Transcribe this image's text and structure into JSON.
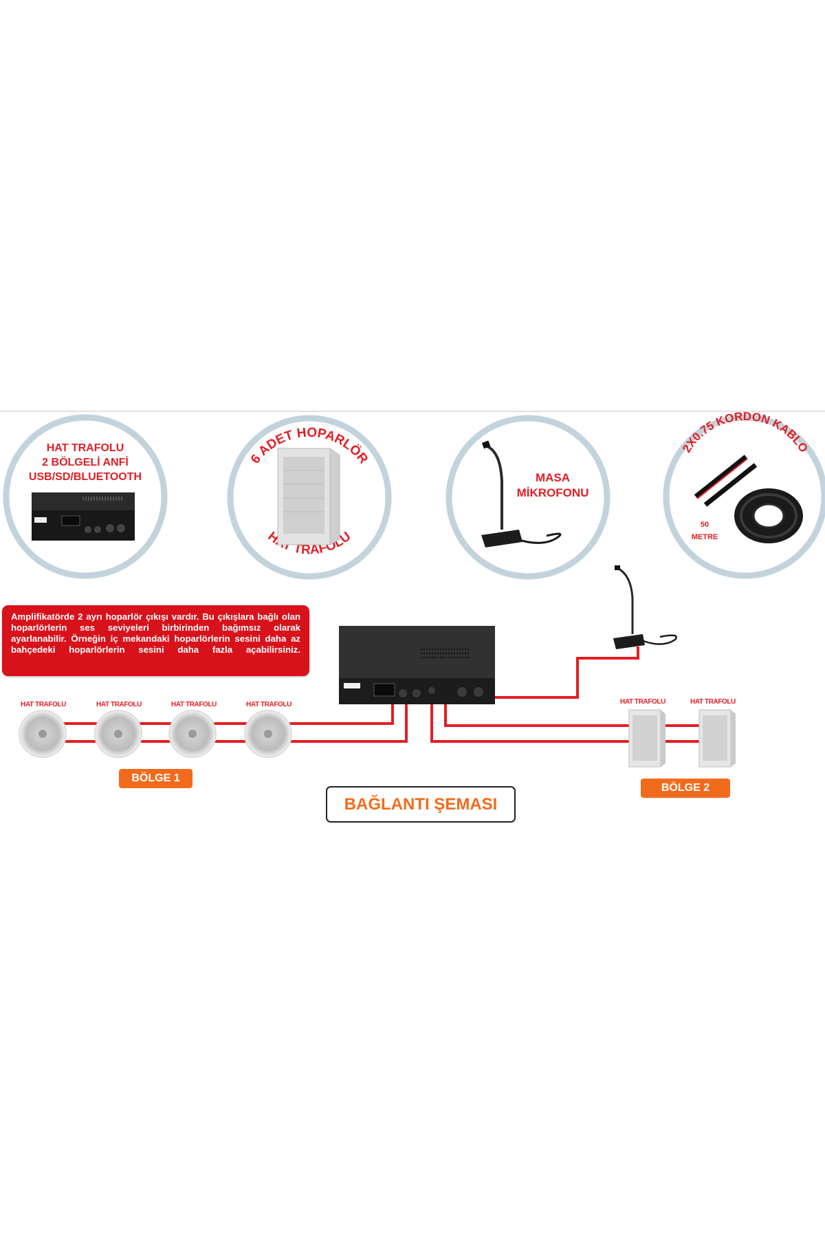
{
  "circles": {
    "amplifier": {
      "lines": [
        "HAT TRAFOLU",
        "2 BÖLGELİ ANFİ",
        "USB/SD/BLUETOOTH"
      ]
    },
    "speaker": {
      "arc_top": "6 ADET HOPARLÖR",
      "arc_bottom": "HAT TRAFOLU"
    },
    "microphone": {
      "lines": [
        "MASA",
        "MİKROFONU"
      ]
    },
    "cable": {
      "arc_top": "2X0.75 KORDON KABLO",
      "length_value": "50",
      "length_unit": "METRE"
    }
  },
  "info_text": "Amplifikatörde 2 ayrı hoparlör çıkışı vardır. Bu çıkışlara bağlı olan hoparlörlerin ses seviyeleri birbirinden bağımsız olarak ayarlanabilir. Örneğin iç mekandaki hoparlörlerin sesini daha az bahçedeki hoparlörlerin sesini daha fazla açabilirsiniz.",
  "zone1": {
    "label": "BÖLGE 1",
    "speakers": [
      {
        "label": "HAT TRAFOLU"
      },
      {
        "label": "HAT TRAFOLU"
      },
      {
        "label": "HAT TRAFOLU"
      },
      {
        "label": "HAT TRAFOLU"
      }
    ]
  },
  "zone2": {
    "label": "BÖLGE 2",
    "speakers": [
      {
        "label": "HAT TRAFOLU"
      },
      {
        "label": "HAT TRAFOLU"
      }
    ]
  },
  "diagram_title": "BAĞLANTI ŞEMASI",
  "colors": {
    "accent_red": "#e31e24",
    "zone_orange": "#f26b1d",
    "circle_ring": "#c3d3dc",
    "wire": "#e31e24"
  }
}
